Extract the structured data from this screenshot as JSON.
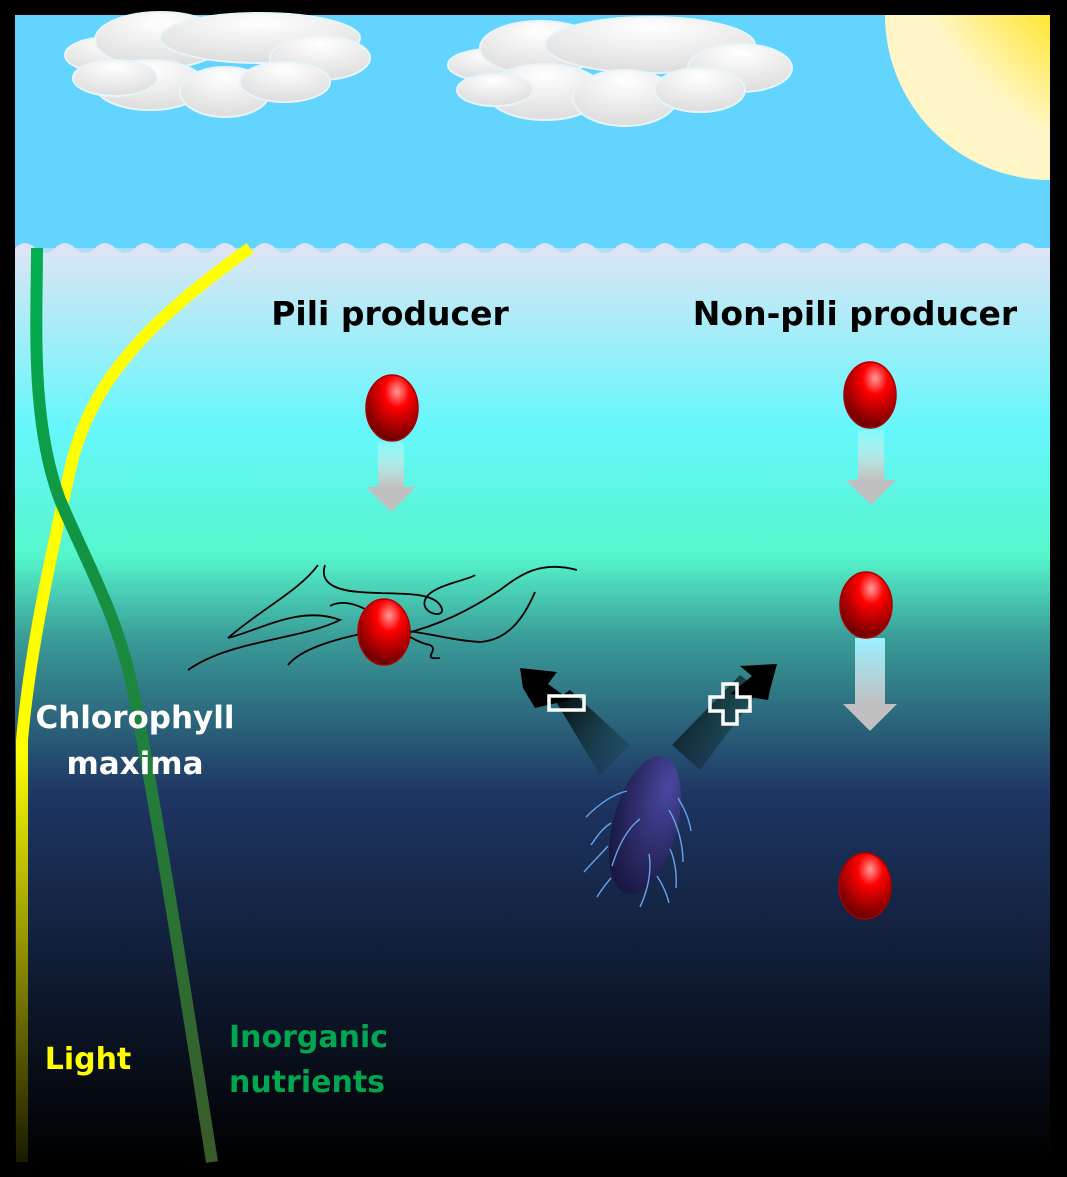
{
  "labels": {
    "pili_producer": "Pili producer",
    "non_pili_producer": "Non-pili producer",
    "chlorophyll_line1": "Chlorophyll",
    "chlorophyll_line2": "maxima",
    "light": "Light",
    "nutrients_line1": "Inorganic",
    "nutrients_line2": "nutrients",
    "minus_symbol": "minus",
    "plus_symbol": "plus"
  },
  "colors": {
    "sky": "#62d4fd",
    "light_line": "#ffff00",
    "nutrients_line": "#00a650",
    "particle": "#e00000",
    "bacterium": "#3a3a8a",
    "chlorophyll_text": "#ffffff",
    "light_text": "#ffff00",
    "nutrients_text": "#00a650"
  }
}
